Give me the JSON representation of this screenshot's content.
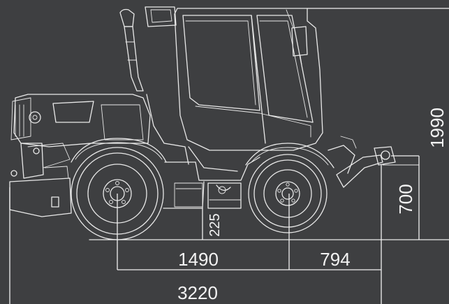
{
  "dimensions": {
    "wheelbase_rear_to_mid": "1490",
    "mid_to_front_axle": "794",
    "overall_length": "3220",
    "overall_height": "1990",
    "hitch_height": "700",
    "ground_clearance": "225"
  },
  "colors": {
    "background": "#3e3f41",
    "line": "#e9e9e9"
  }
}
